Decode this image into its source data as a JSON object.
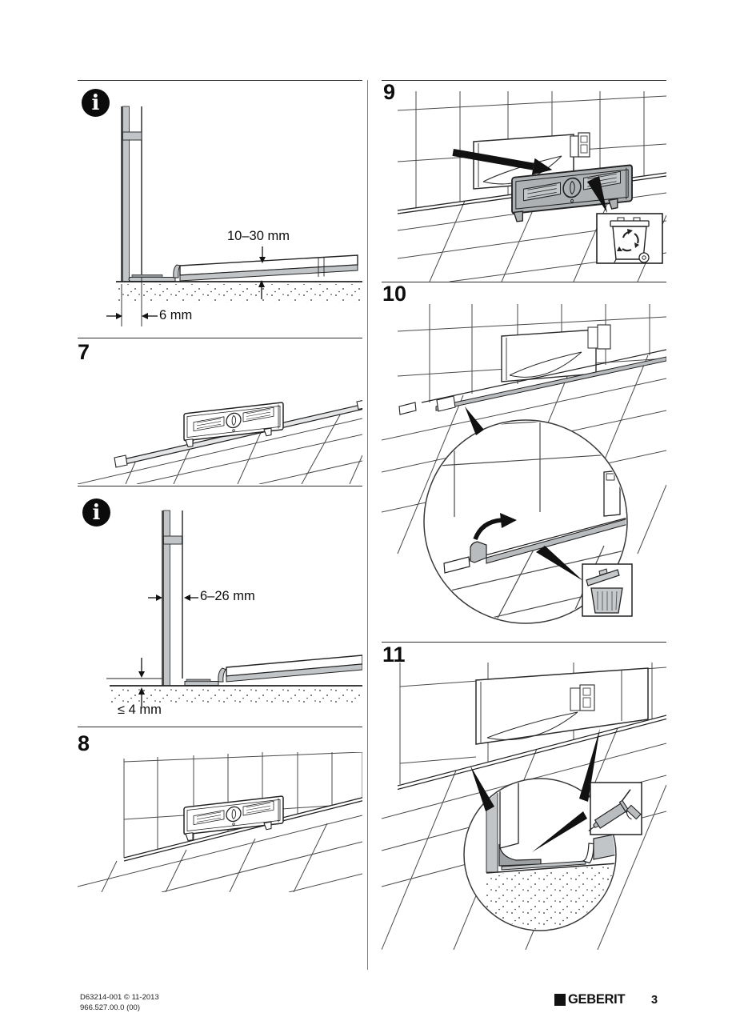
{
  "panels": {
    "info_top": {
      "icon": "info-icon",
      "dim_depth": "10–30 mm",
      "dim_gap": "6 mm"
    },
    "step7": {
      "number": "7"
    },
    "info_bottom": {
      "icon": "info-icon",
      "dim_wall_gap": "6–26 mm",
      "dim_floor_gap": "≤ 4 mm"
    },
    "step8": {
      "number": "8"
    },
    "step9": {
      "number": "9",
      "disposal_icon": "recycling-bin-icon"
    },
    "step10": {
      "number": "10",
      "disposal_icon": "trash-can-icon"
    },
    "step11": {
      "number": "11",
      "tool_icon": "caulk-gun-icon"
    }
  },
  "icons": {
    "info_glyph": "i"
  },
  "footer": {
    "doc_code": "D63214-001 © 11-2013",
    "article_code": "966.527.00.0 (00)",
    "brand": "GEBERIT",
    "page_number": "3"
  }
}
